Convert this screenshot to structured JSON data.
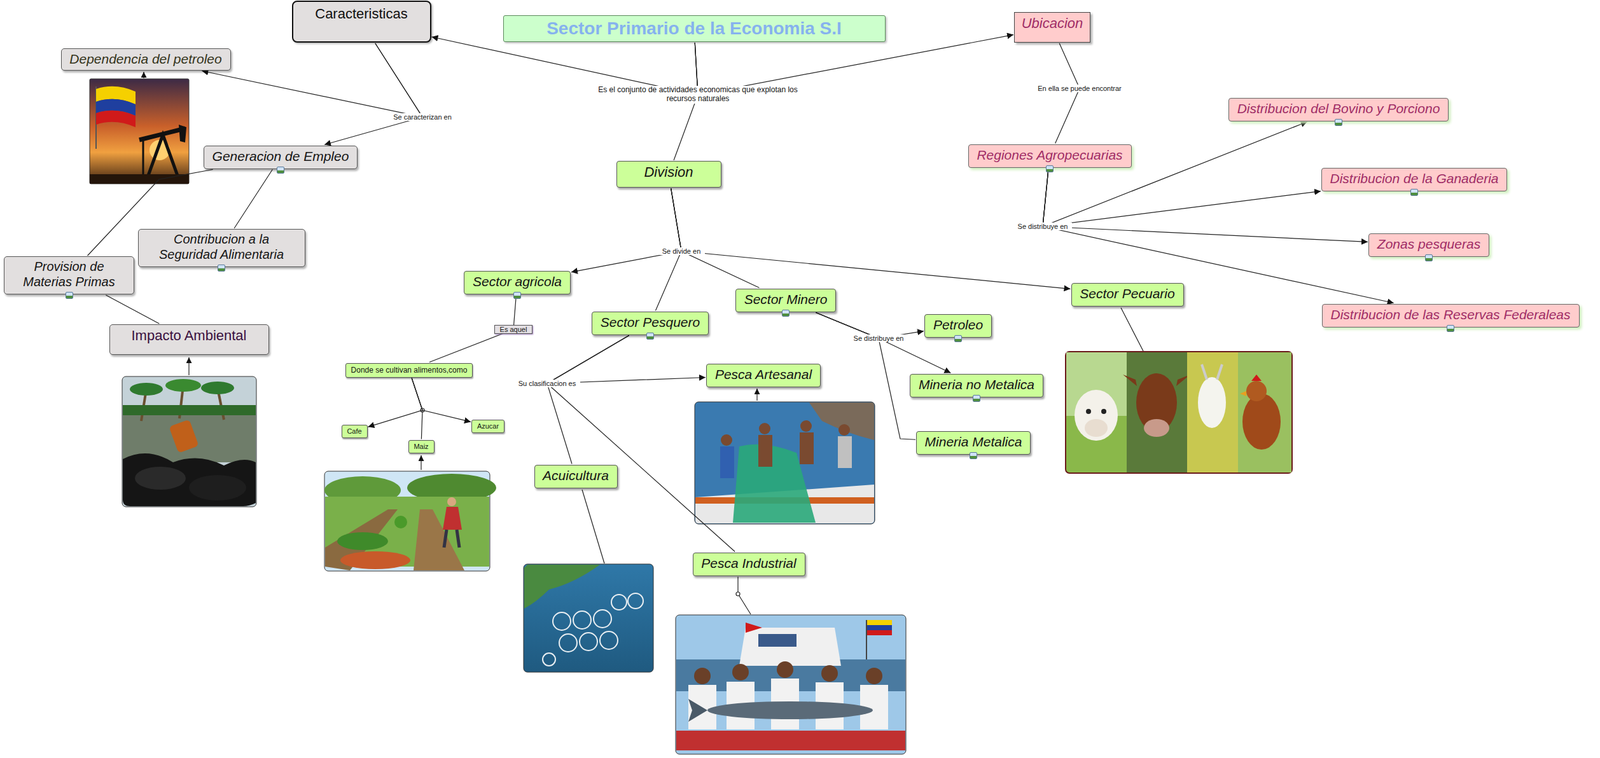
{
  "diagram": {
    "nodes": [
      {
        "text": [
          "Sector Primario de la Economia S.I"
        ]
      },
      {
        "text": [
          "Caracteristicas"
        ]
      },
      {
        "text": [
          "Ubicacion"
        ]
      },
      {
        "text": [
          "Division"
        ]
      },
      {
        "text": [
          "Dependencia del petroleo"
        ]
      },
      {
        "text": [
          "Generacion de Empleo"
        ]
      },
      {
        "text": [
          "Contribucion a la Seguridad Alimentaria"
        ]
      },
      {
        "text": [
          "Provision de Materias Primas"
        ]
      },
      {
        "text": [
          "Impacto Ambiental"
        ]
      },
      {
        "text": [
          "Regiones Agropecuarias"
        ]
      },
      {
        "text": [
          "Distribucion del Bovino y Porciono"
        ]
      },
      {
        "text": [
          "Distribucion de la Ganaderia"
        ]
      },
      {
        "text": [
          "Zonas pesqueras"
        ]
      },
      {
        "text": [
          "Distribucion de las Reservas Federaleas"
        ]
      },
      {
        "text": [
          "Sector agricola"
        ]
      },
      {
        "text": [
          "Sector Pesquero"
        ]
      },
      {
        "text": [
          "Sector Minero"
        ]
      },
      {
        "text": [
          "Sector Pecuario"
        ]
      },
      {
        "text": [
          "Donde se cultivan alimentos,como"
        ]
      },
      {
        "text": [
          "Cafe"
        ]
      },
      {
        "text": [
          "Maiz"
        ]
      },
      {
        "text": [
          "Azucar"
        ]
      },
      {
        "text": [
          "Pesca Artesanal"
        ]
      },
      {
        "text": [
          "Acuicultura"
        ]
      },
      {
        "text": [
          "Pesca Industrial"
        ]
      },
      {
        "text": [
          "Petroleo"
        ]
      },
      {
        "text": [
          "Mineria no Metalica"
        ]
      },
      {
        "text": [
          "Mineria Metalica"
        ]
      }
    ],
    "edges": [
      {
        "from": 0,
        "to": 1,
        "arrow": "to",
        "label": "Es el conjunto de actividades economicas que explotan los recursos naturales"
      },
      {
        "from": 0,
        "to": 2,
        "arrow": "to"
      },
      {
        "from": 0,
        "to": 3,
        "arrow": "none"
      },
      {
        "from": 1,
        "to": 4,
        "arrow": "to",
        "label": "Se caracterizan en"
      },
      {
        "from": 1,
        "to": 5,
        "arrow": "to"
      },
      {
        "from": 5,
        "to": 6,
        "arrow": "none"
      },
      {
        "from": 5,
        "to": 7,
        "arrow": "none"
      },
      {
        "from": 7,
        "to": 8,
        "arrow": "none"
      },
      {
        "from": 2,
        "to": 9,
        "arrow": "none",
        "label": "En ella se puede encontrar"
      },
      {
        "from": 9,
        "to": 10,
        "arrow": "to",
        "label": "Se distribuye en"
      },
      {
        "from": 9,
        "to": 11,
        "arrow": "to"
      },
      {
        "from": 9,
        "to": 12,
        "arrow": "to"
      },
      {
        "from": 9,
        "to": 13,
        "arrow": "to"
      },
      {
        "from": 3,
        "to": 14,
        "arrow": "to",
        "label": "Se divide en"
      },
      {
        "from": 3,
        "to": 15,
        "arrow": "none"
      },
      {
        "from": 3,
        "to": 16,
        "arrow": "none"
      },
      {
        "from": 3,
        "to": 17,
        "arrow": "to"
      },
      {
        "from": 14,
        "to": 18,
        "arrow": "none",
        "label": "Es aquel"
      },
      {
        "from": 18,
        "to": 19,
        "arrow": "to"
      },
      {
        "from": 18,
        "to": 20,
        "arrow": "none"
      },
      {
        "from": 18,
        "to": 21,
        "arrow": "to"
      },
      {
        "from": 15,
        "to": 22,
        "arrow": "to",
        "label": "Su clasificacion es"
      },
      {
        "from": 15,
        "to": 23,
        "arrow": "none"
      },
      {
        "from": 15,
        "to": 24,
        "arrow": "none"
      },
      {
        "from": 16,
        "to": 25,
        "arrow": "to",
        "label": "Se distribuye en"
      },
      {
        "from": 16,
        "to": 26,
        "arrow": "to"
      },
      {
        "from": 16,
        "to": 27,
        "arrow": "none"
      }
    ]
  }
}
